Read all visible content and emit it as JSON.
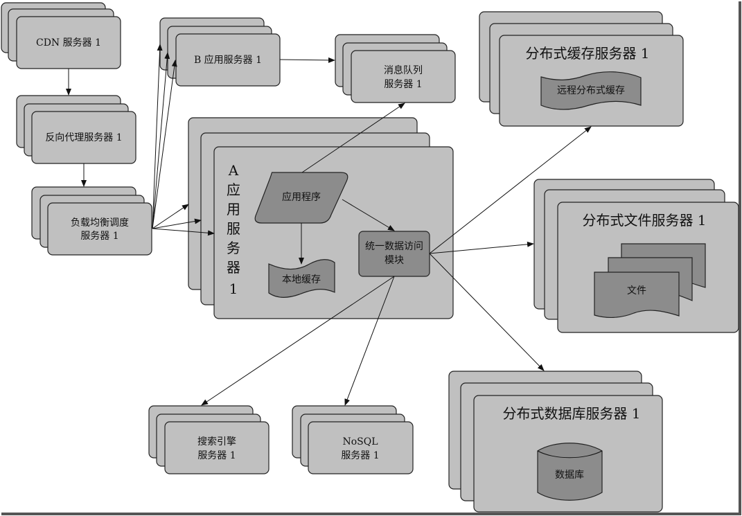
{
  "title": "大型网站分布式架构图",
  "colors": {
    "box": "#c0c0c0",
    "inner": "#8c8c8c",
    "stroke": "#222222",
    "background": "#ffffff"
  },
  "nodes": {
    "cdn": {
      "label": [
        "CDN 服务器 1"
      ]
    },
    "reverse_proxy": {
      "label": [
        "反向代理服务器 1"
      ]
    },
    "load_balancer": {
      "label": [
        "负载均衡调度",
        "服务器 1"
      ]
    },
    "b_app_server": {
      "label": [
        "B 应用服务器 1"
      ]
    },
    "message_queue": {
      "label": [
        "消息队列",
        "服务器 1"
      ]
    },
    "a_app_server": {
      "label": [
        "A",
        "应",
        "用",
        "服",
        "务",
        "器",
        "1"
      ]
    },
    "application": {
      "label": [
        "应用程序"
      ],
      "shape": "parallelogram"
    },
    "local_cache": {
      "label": [
        "本地缓存"
      ],
      "shape": "tape"
    },
    "data_access": {
      "label": [
        "统一数据访问",
        "模块"
      ]
    },
    "dist_cache": {
      "label": [
        "分布式缓存服务器 1"
      ]
    },
    "remote_cache": {
      "label": [
        "远程分布式缓存"
      ],
      "shape": "tape"
    },
    "dist_file": {
      "label": [
        "分布式文件服务器 1"
      ]
    },
    "files": {
      "label": [
        "文件"
      ],
      "shape": "multi-document"
    },
    "dist_db": {
      "label": [
        "分布式数据库服务器 1"
      ]
    },
    "database": {
      "label": [
        "数据库"
      ],
      "shape": "cylinder"
    },
    "search": {
      "label": [
        "搜索引擎",
        "服务器 1"
      ]
    },
    "nosql": {
      "label": [
        "NoSQL",
        "服务器 1"
      ]
    }
  },
  "edges": [
    {
      "from": "cdn",
      "to": "reverse_proxy"
    },
    {
      "from": "reverse_proxy",
      "to": "load_balancer"
    },
    {
      "from": "load_balancer",
      "to": "b_app_server",
      "count": 3
    },
    {
      "from": "load_balancer",
      "to": "a_app_server",
      "count": 3
    },
    {
      "from": "b_app_server",
      "to": "message_queue"
    },
    {
      "from": "application",
      "to": "message_queue"
    },
    {
      "from": "application",
      "to": "local_cache"
    },
    {
      "from": "application",
      "to": "data_access"
    },
    {
      "from": "data_access",
      "to": "dist_cache"
    },
    {
      "from": "data_access",
      "to": "dist_file"
    },
    {
      "from": "data_access",
      "to": "dist_db"
    },
    {
      "from": "data_access",
      "to": "search"
    },
    {
      "from": "data_access",
      "to": "nosql"
    }
  ]
}
